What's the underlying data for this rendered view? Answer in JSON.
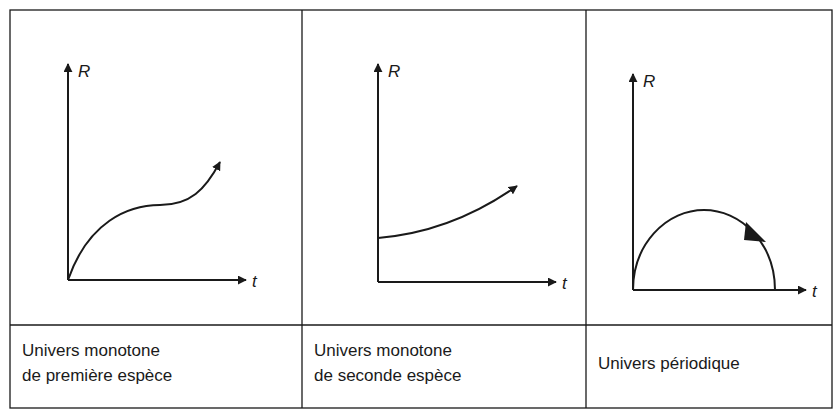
{
  "diagram": {
    "labels": [
      "R",
      "t",
      "R",
      "t",
      "R",
      "t",
      "Univers monotone de première espèce",
      "Univers monotone de seconde espèce",
      "Univers périodique"
    ]
  }
}
